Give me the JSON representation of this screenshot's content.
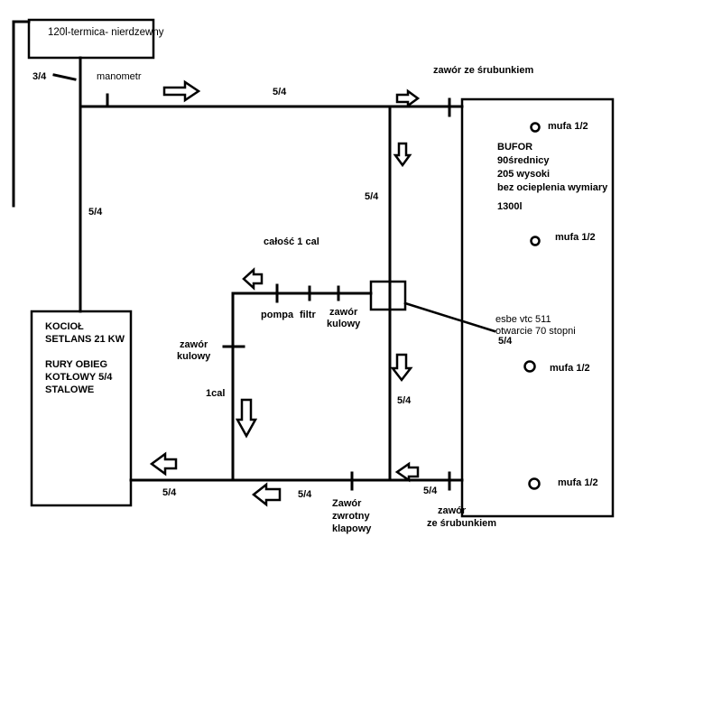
{
  "tank_label": "120l-termica- nierdzewny",
  "pipe_sizes": {
    "tank_branch": "3/4",
    "top_main": "5/4",
    "left_riser": "5/4",
    "middle_vertical": "5/4",
    "middle_vertical_lower": "5/4",
    "bottom_left": "5/4",
    "bottom_middle": "5/4",
    "bottom_right": "5/4",
    "bypass_left": "1cal",
    "valve_size": "5/4"
  },
  "manometer": "manometr",
  "valve_top": "zawór ze śrubunkiem",
  "valve_bottom": [
    "zawór",
    "ze śrubunkiem"
  ],
  "whole_loop": "całość 1 cal",
  "pump": "pompa",
  "filter": "filtr",
  "ball_valve_loop": [
    "zawór",
    "kulowy"
  ],
  "ball_valve_left": [
    "zawór",
    "kulowy"
  ],
  "check_valve": [
    "Zawór",
    "zwrotny",
    "klapowy"
  ],
  "mixing_valve": [
    "esbe vtc 511",
    "otwarcie 70 stopni"
  ],
  "boiler": [
    "KOCIOŁ",
    "SETLANS 21 KW",
    "",
    "RURY OBIEG",
    "KOTŁOWY 5/4",
    "STALOWE"
  ],
  "buffer": [
    "BUFOR",
    "90średnicy",
    "205 wysoki",
    "bez ocieplenia wymiary",
    "",
    "1300l"
  ],
  "buffer_ports": [
    "mufa 1/2",
    "mufa 1/2",
    "mufa 1/2",
    "mufa 1/2"
  ]
}
